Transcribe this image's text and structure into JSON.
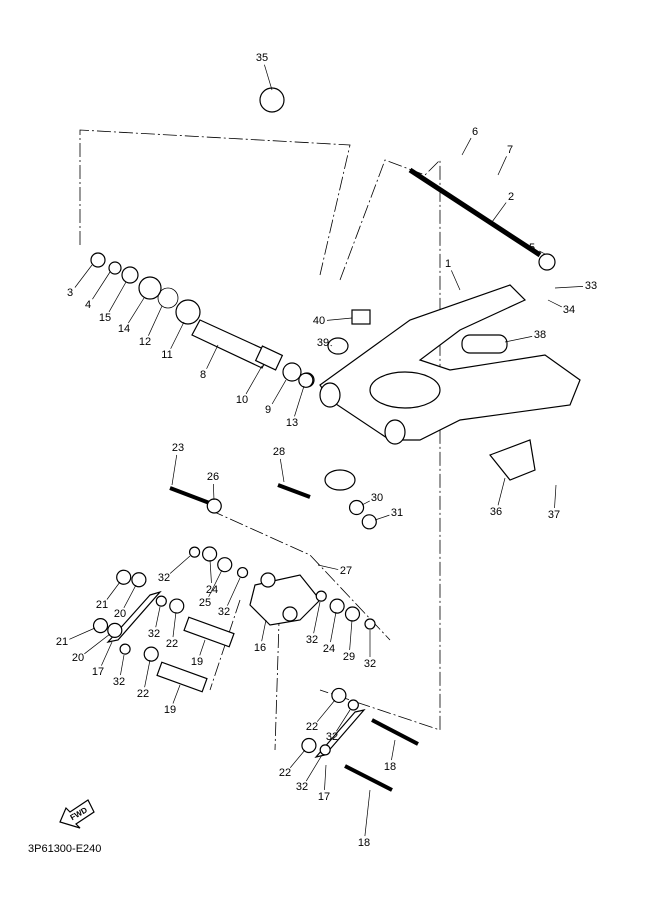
{
  "diagram_code": "3P61300-E240",
  "fwd_badge": "FWD",
  "callouts": [
    "35",
    "6",
    "7",
    "2",
    "5",
    "1",
    "33",
    "34",
    "38",
    "40",
    "39",
    "3",
    "4",
    "15",
    "14",
    "12",
    "11",
    "8",
    "10",
    "9",
    "13",
    "23",
    "26",
    "28",
    "30",
    "31",
    "36",
    "37",
    "27",
    "32",
    "24",
    "25",
    "32",
    "21",
    "20",
    "21",
    "20",
    "32",
    "22",
    "17",
    "32",
    "16",
    "19",
    "22",
    "19",
    "32",
    "24",
    "29",
    "32",
    "22",
    "32",
    "18",
    "22",
    "32",
    "17",
    "18"
  ]
}
